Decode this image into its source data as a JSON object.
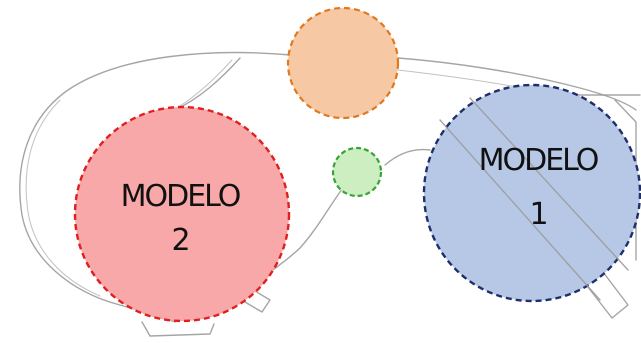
{
  "diagram": {
    "zones": [
      {
        "id": "modelo-2",
        "label_line1": "MODELO",
        "label_line2": "2",
        "fill": "#f8a8a8",
        "stroke": "#e02020"
      },
      {
        "id": "modelo-1",
        "label_line1": "MODELO",
        "label_line2": "1",
        "fill": "#b7c8e6",
        "stroke": "#1f2f6b"
      },
      {
        "id": "orange-zone",
        "fill": "#f6c8a4",
        "stroke": "#e2781e"
      },
      {
        "id": "green-zone",
        "fill": "#cdeec1",
        "stroke": "#36a336"
      }
    ]
  }
}
